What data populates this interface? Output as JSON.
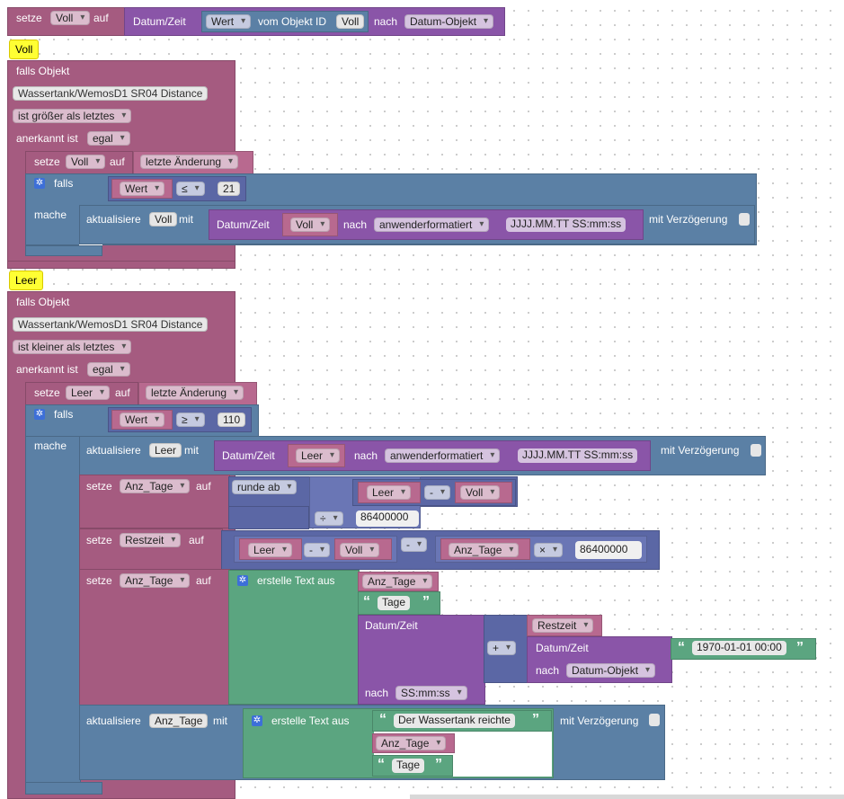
{
  "top": {
    "set_kw": "setze",
    "set_var": "Voll",
    "set_to": "auf",
    "dt": "Datum/Zeit",
    "wert": "Wert",
    "vom_obj": "vom Objekt ID",
    "obj_id": "Voll",
    "nach": "nach",
    "format": "Datum-Objekt"
  },
  "voll": {
    "hat": "Voll",
    "falls_obj": "falls Objekt",
    "obj": "Wassertank/WemosD1 SR04  Distance",
    "cond": "ist größer als letztes",
    "anerkannt": "anerkannt ist",
    "egal": "egal",
    "set_kw": "setze",
    "set_var": "Voll",
    "set_to": "auf",
    "letzte": "letzte Änderung",
    "falls": "falls",
    "wert": "Wert",
    "op": "≤",
    "num": "21",
    "mache": "mache",
    "aktual": "aktualisiere",
    "akt_var": "Voll",
    "mit": "mit",
    "dt": "Datum/Zeit",
    "dt_var": "Voll",
    "nach": "nach",
    "fmt": "anwenderformatiert",
    "pattern": "JJJJ.MM.TT SS:mm:ss",
    "verz": "mit Verzögerung"
  },
  "leer": {
    "hat": "Leer",
    "falls_obj": "falls Objekt",
    "obj": "Wassertank/WemosD1 SR04  Distance",
    "cond": "ist kleiner als letztes",
    "anerkannt": "anerkannt ist",
    "egal": "egal",
    "set_kw": "setze",
    "set_var": "Leer",
    "set_to": "auf",
    "letzte": "letzte Änderung",
    "falls": "falls",
    "wert": "Wert",
    "op": "≥",
    "num": "110",
    "mache": "mache",
    "aktual": "aktualisiere",
    "akt_var": "Leer",
    "mit": "mit",
    "dt": "Datum/Zeit",
    "dt_var": "Leer",
    "nach": "nach",
    "fmt": "anwenderformatiert",
    "pattern": "JJJJ.MM.TT SS:mm:ss",
    "verz": "mit Verzögerung",
    "s1_kw": "setze",
    "s1_var": "Anz_Tage",
    "s1_to": "auf",
    "runde": "runde ab",
    "s1_a": "Leer",
    "s1_minus": "-",
    "s1_b": "Voll",
    "s1_div": "÷",
    "s1_num": "86400000",
    "s2_kw": "setze",
    "s2_var": "Restzeit",
    "s2_to": "auf",
    "s2_a": "Leer",
    "s2_minus": "-",
    "s2_b": "Voll",
    "s2_minus2": "-",
    "s2_c": "Anz_Tage",
    "s2_mul": "×",
    "s2_num": "86400000",
    "s3_kw": "setze",
    "s3_var": "Anz_Tage",
    "s3_to": "auf",
    "erstelle": "erstelle Text aus",
    "s3_item1": "Anz_Tage",
    "s3_item2": "Tage",
    "s3_dt": "Datum/Zeit",
    "s3_rest": "Restzeit",
    "s3_plus": "+",
    "s3_dt2": "Datum/Zeit",
    "s3_epoch": "1970-01-01 00:00",
    "s3_nach2": "nach",
    "s3_fmt2": "Datum-Objekt",
    "s3_nach": "nach",
    "s3_fmt": "SS:mm:ss",
    "a2_kw": "aktualisiere",
    "a2_var": "Anz_Tage",
    "a2_mit": "mit",
    "a2_erstelle": "erstelle Text aus",
    "a2_t1": "Der Wassertank reichte",
    "a2_t2": "Anz_Tage",
    "a2_t3": "Tage",
    "a2_verz": "mit Verzögerung"
  },
  "icons": {
    "gear": "gear-icon",
    "quote_open": "open-quote-icon",
    "quote_close": "close-quote-icon",
    "checkbox": "checkbox-icon"
  }
}
